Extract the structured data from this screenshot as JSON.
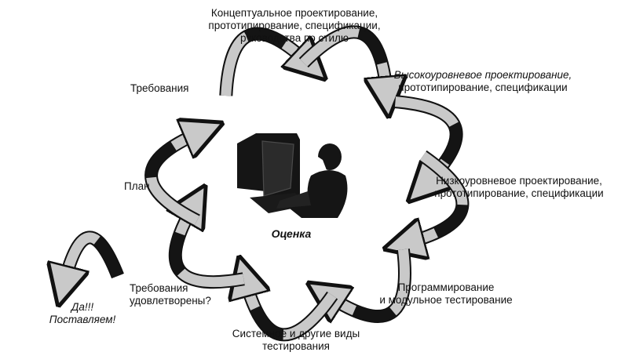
{
  "diagram": {
    "colors": {
      "ink": "#111111",
      "arrow_light": "#c9c9c9",
      "arrow_dark": "#141414",
      "background": "#ffffff"
    },
    "center": {
      "label": "Оценка",
      "icon": "person-at-computer-icon"
    },
    "steps": {
      "requirements": {
        "line1": "Требования"
      },
      "conceptual": {
        "line1": "Концептуальное проектирование,",
        "line2": "прототипирование, спецификации,",
        "line3": "руководства по стилю"
      },
      "high_level": {
        "line1": "Высокоуровневое проектирование,",
        "line2": "прототипирование, спецификации"
      },
      "low_level": {
        "line1": "Низкоуровневое проектирование,",
        "line2": "прототипирование, спецификации"
      },
      "programming": {
        "line1": "Программирование",
        "line2": "и модульное тестирование"
      },
      "system_testing": {
        "line1": "Системное и другие виды",
        "line2": "тестирования"
      },
      "requirements_met": {
        "line1": "Требования",
        "line2": "удовлетворены?"
      },
      "plan": {
        "line1": "План"
      }
    },
    "exit": {
      "line1": "Да!!!",
      "line2": "Поставляем!"
    }
  }
}
